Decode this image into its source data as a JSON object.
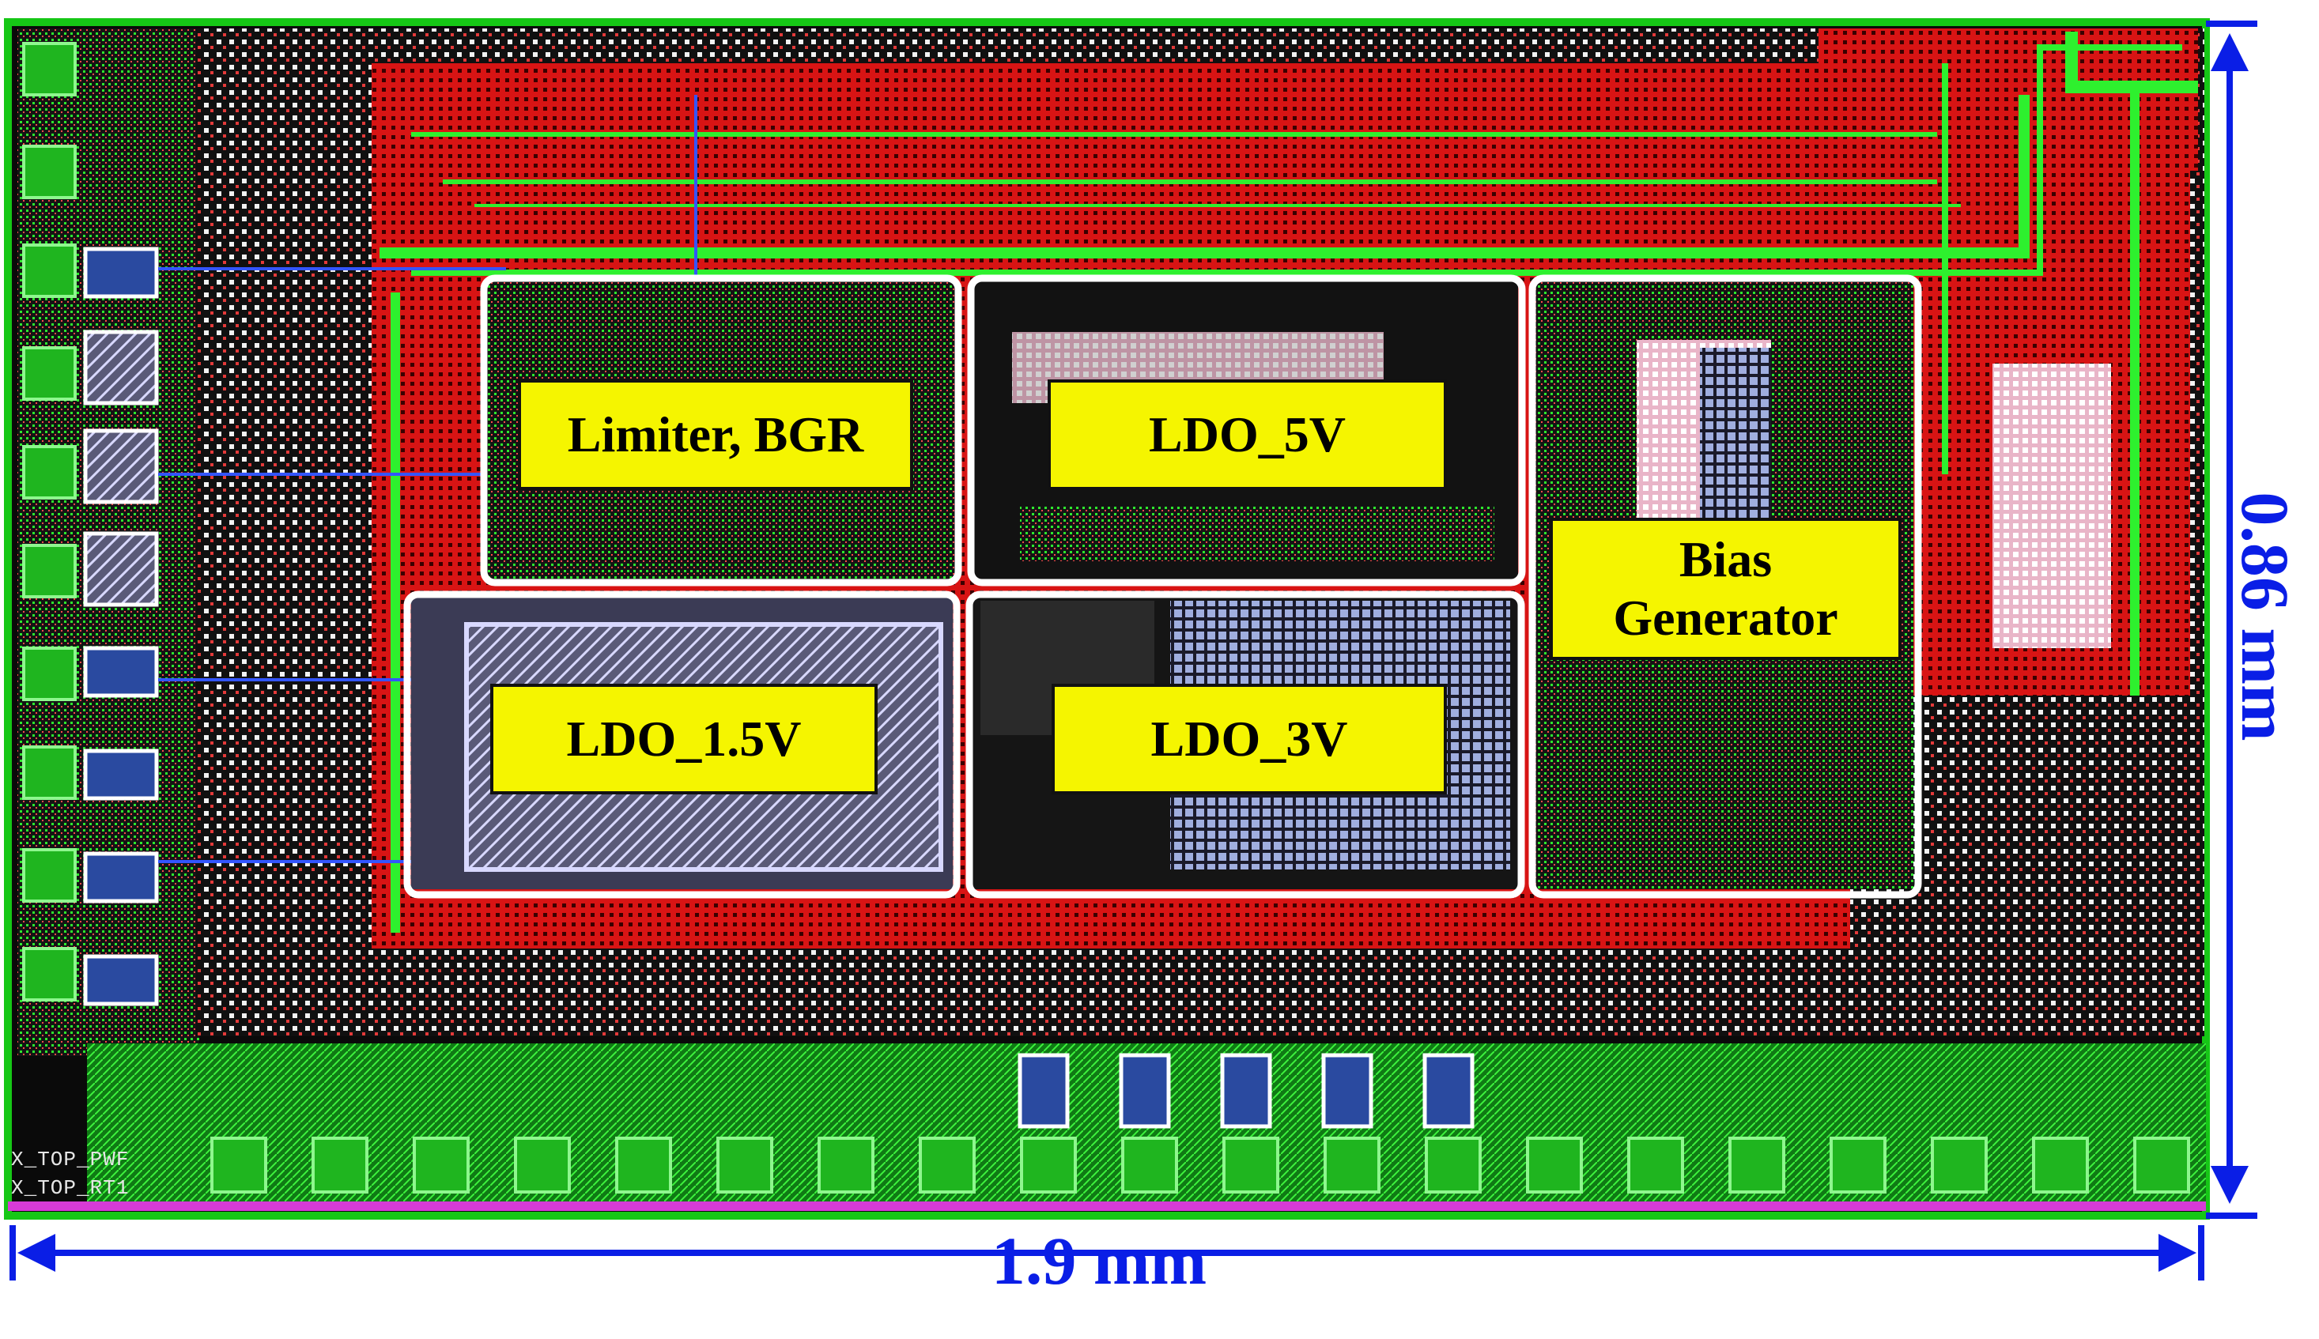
{
  "layout_title": "",
  "blocks": {
    "limiter_bgr": "Limiter, BGR",
    "ldo_5v": "LDO_5V",
    "ldo_1_5v": "LDO_1.5V",
    "ldo_3v": "LDO_3V",
    "bias_generator_line1": "Bias",
    "bias_generator_line2": "Generator"
  },
  "dimensions": {
    "width": "1.9 mm",
    "height": "0.86 mm"
  },
  "pad_tags": {
    "tag1": "X_TOP_PWF",
    "tag2": "X_TOP_RT1"
  },
  "colors": {
    "dimension": "#0a1ee6",
    "label_fill": "#f5f500",
    "outline": "#ffffff",
    "metal_red": "#e01616",
    "metal_green": "#1ed21e",
    "substrate": "#0a0a0a"
  }
}
